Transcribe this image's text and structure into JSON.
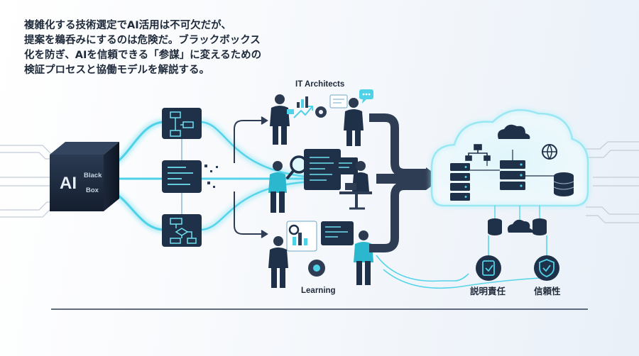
{
  "intro": {
    "lines": [
      "複雑化する技術選定でAI活用は不可欠だが、",
      "提案を鵜呑みにするのは危険だ。ブラックボックス",
      "化を防ぎ、AIを信頼できる「参謀」に変えるための",
      "検証プロセスと協働モデルを解説する。"
    ]
  },
  "blackbox": {
    "ai_label": "AI",
    "line1": "Black",
    "line2": "Box"
  },
  "team": {
    "top_label": "IT Architects",
    "bottom_label": "Learning"
  },
  "badges": [
    {
      "label": "説明責任",
      "icon": "clipboard-check-icon"
    },
    {
      "label": "信頼性",
      "icon": "shield-check-icon"
    }
  ],
  "colors": {
    "navy": "#1e2a3a",
    "accent_cyan": "#4fd1e8",
    "card_dark": "#1f3049",
    "arrow": "#2f3d54"
  }
}
